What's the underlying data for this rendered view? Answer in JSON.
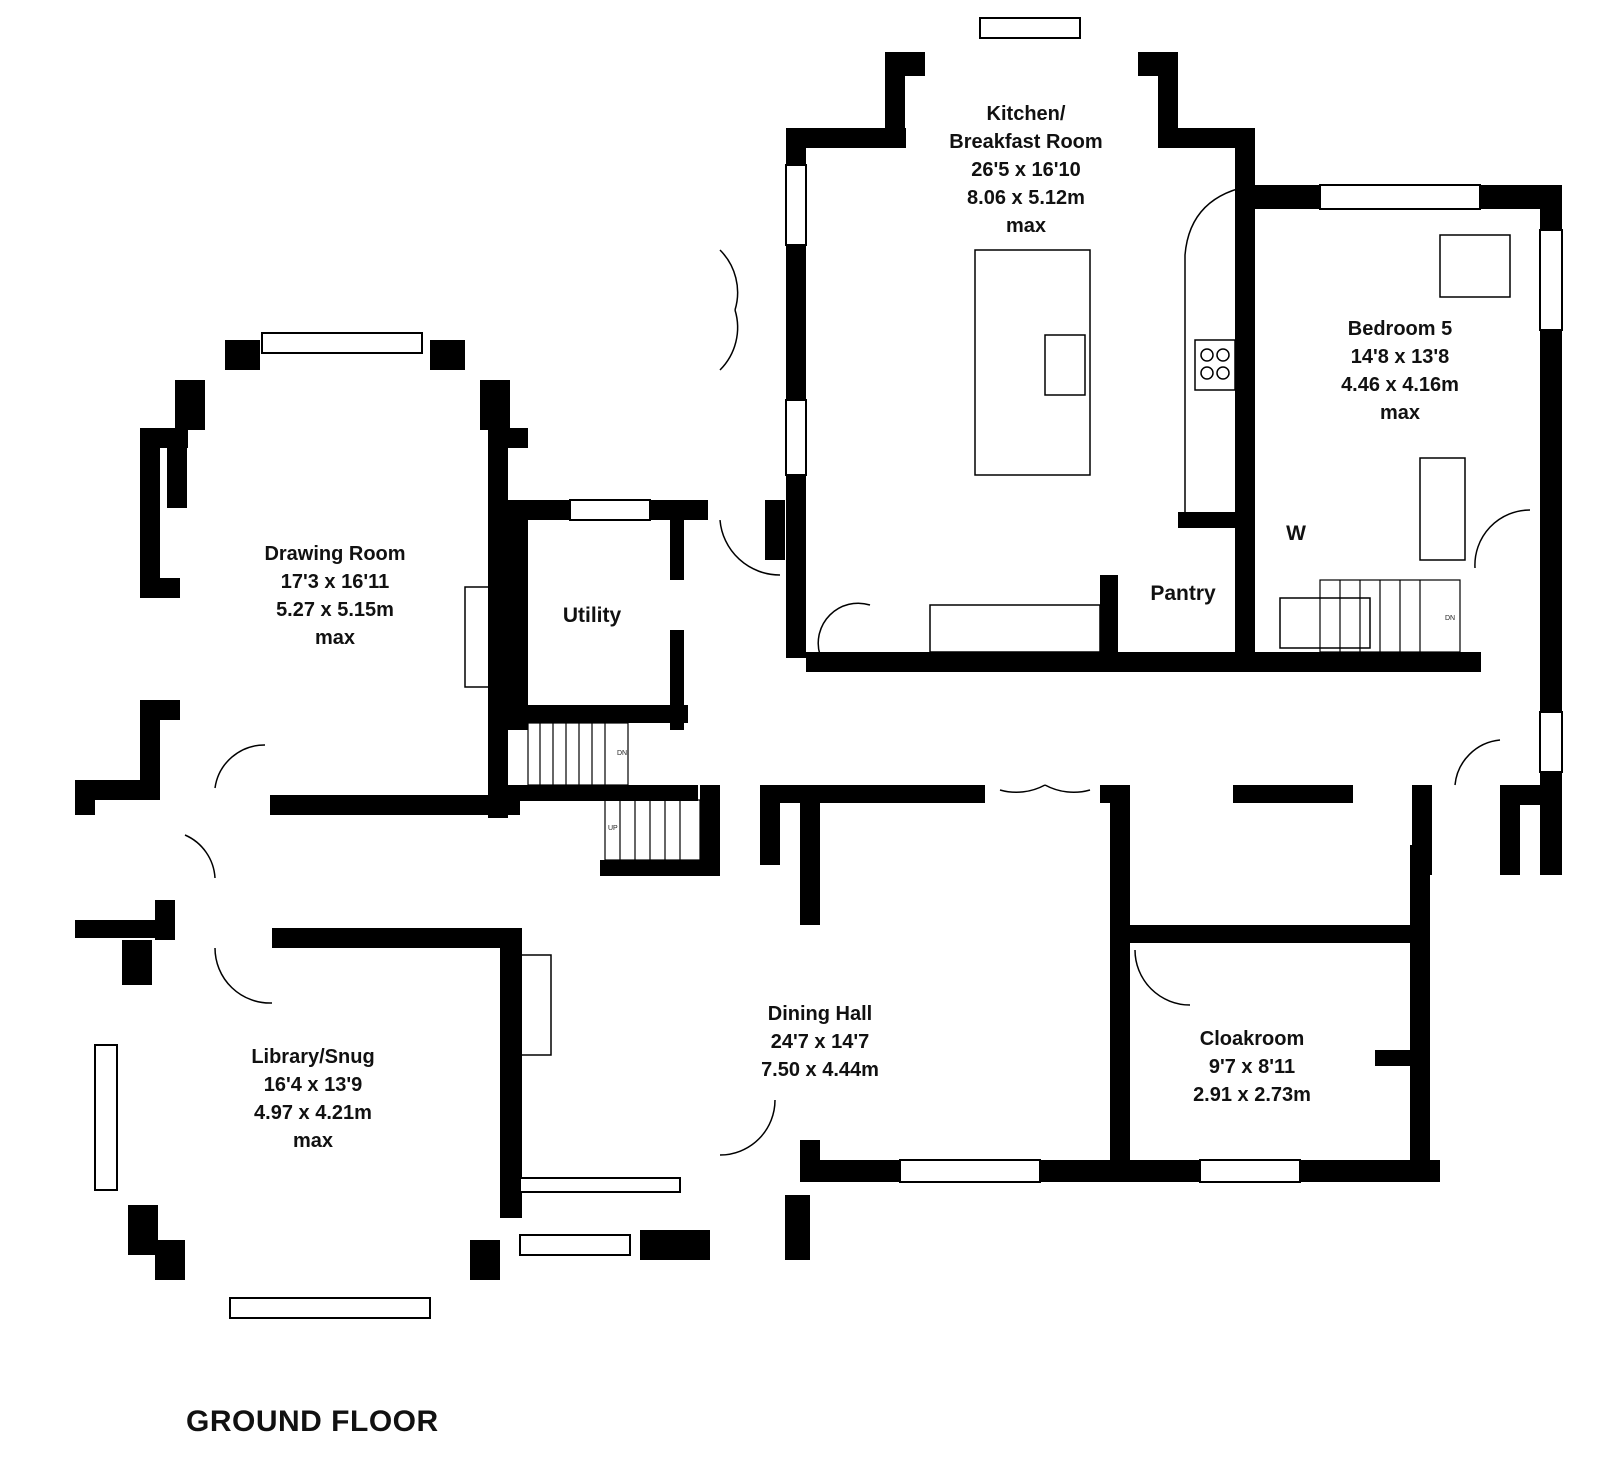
{
  "floor_title": "GROUND FLOOR",
  "rooms": {
    "kitchen": {
      "name_line1": "Kitchen/",
      "name_line2": "Breakfast Room",
      "imperial": "26'5 x 16'10",
      "metric": "8.06 x 5.12m",
      "note": "max"
    },
    "bedroom5": {
      "name": "Bedroom 5",
      "imperial": "14'8 x 13'8",
      "metric": "4.46 x 4.16m",
      "note": "max"
    },
    "drawing": {
      "name": "Drawing Room",
      "imperial": "17'3 x 16'11",
      "metric": "5.27 x 5.15m",
      "note": "max"
    },
    "utility": {
      "name": "Utility"
    },
    "pantry": {
      "name": "Pantry"
    },
    "wc": {
      "name": "W"
    },
    "library": {
      "name": "Library/Snug",
      "imperial": "16'4 x 13'9",
      "metric": "4.97 x 4.21m",
      "note": "max"
    },
    "dining": {
      "name": "Dining Hall",
      "imperial": "24'7 x 14'7",
      "metric": "7.50 x 4.44m"
    },
    "cloakroom": {
      "name": "Cloakroom",
      "imperial": "9'7 x 8'11",
      "metric": "2.91 x 2.73m"
    }
  },
  "stair_labels": {
    "dn": "DN",
    "up": "UP"
  }
}
